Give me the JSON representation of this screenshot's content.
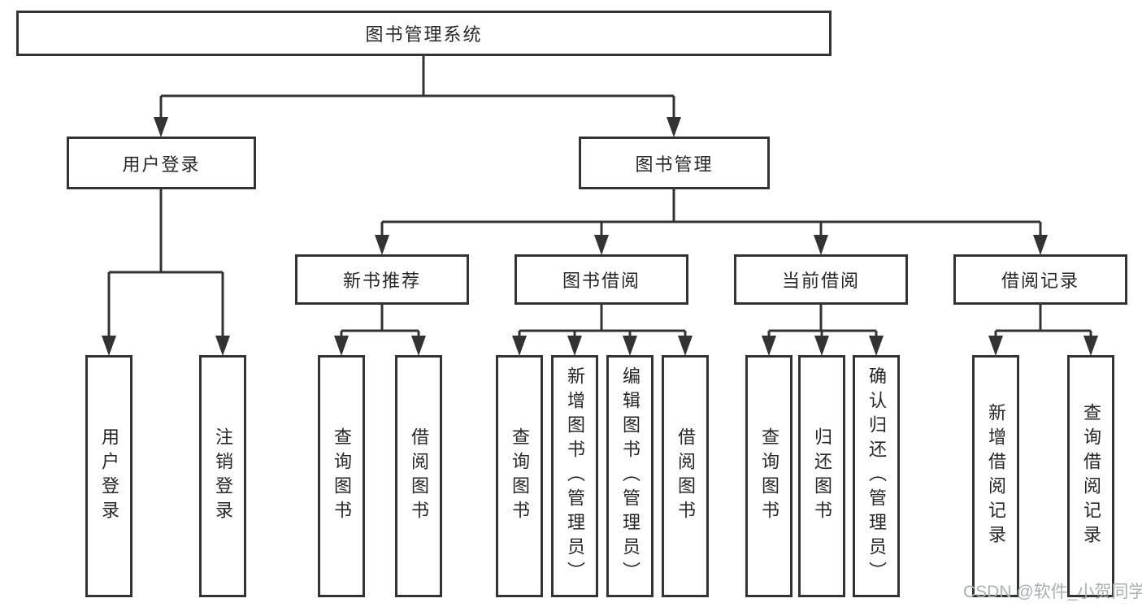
{
  "diagram": {
    "root": {
      "label": "图书管理系统"
    },
    "level2": [
      {
        "label": "用户登录"
      },
      {
        "label": "图书管理"
      }
    ],
    "level3": [
      {
        "label": "新书推荐"
      },
      {
        "label": "图书借阅"
      },
      {
        "label": "当前借阅"
      },
      {
        "label": "借阅记录"
      }
    ],
    "leaves": {
      "user_login_group": [
        "用户登录",
        "注销登录"
      ],
      "new_book_group": [
        "查询图书",
        "借阅图书"
      ],
      "book_borrow_group": [
        "查询图书",
        "新增图书（管理员）",
        "编辑图书（管理员）",
        "借阅图书"
      ],
      "current_borrow_group": [
        "查询图书",
        "归还图书",
        "确认归还（管理员）"
      ],
      "records_group": [
        "新增借阅记录",
        "查询借阅记录"
      ]
    },
    "watermark": "CSDN @软件_小贺同学",
    "colors": {
      "line": "#333333",
      "text": "#262626",
      "watermark": "#aaaeb3",
      "background": "#ffffff"
    }
  }
}
